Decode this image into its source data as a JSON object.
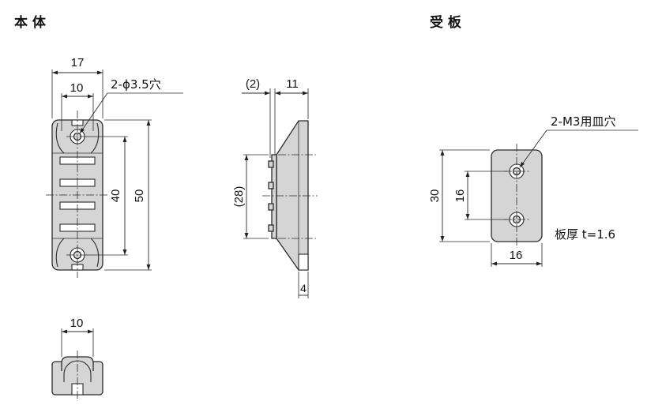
{
  "titles": {
    "body": "本 体",
    "plate": "受 板"
  },
  "body_front": {
    "width": "17",
    "ear_width": "10",
    "hole_callout": "2-ϕ3.5穴",
    "hole_pitch": "40",
    "height": "50"
  },
  "body_side": {
    "plate_gap": "(2)",
    "depth": "11",
    "magnet_length": "(28)",
    "tab_width": "4"
  },
  "body_bottom": {
    "width": "10"
  },
  "plate": {
    "hole_callout": "2-M3用皿穴",
    "height": "30",
    "hole_pitch": "16",
    "width": "16",
    "thickness": "板厚 t=1.6"
  },
  "colors": {
    "part_fill": "#d5d5d5",
    "line": "#2b2b2b",
    "hole_fill": "#ffffff"
  }
}
